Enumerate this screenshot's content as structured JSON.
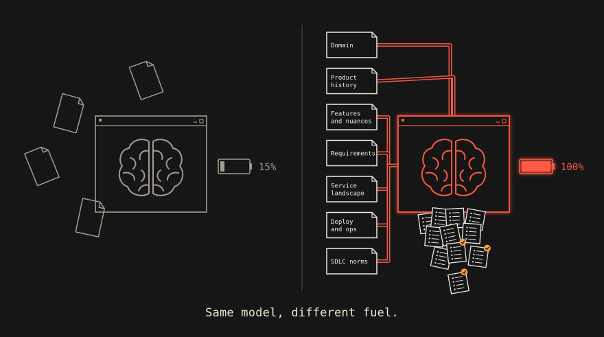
{
  "caption": "Same model, different fuel.",
  "left_panel": {
    "battery_label": "15%",
    "battery_level": 0.15
  },
  "right_panel": {
    "battery_label": "100%",
    "battery_level": 1.0,
    "context_docs": [
      {
        "id": "domain",
        "lines": [
          "Domain"
        ]
      },
      {
        "id": "product-history",
        "lines": [
          "Product",
          "history"
        ]
      },
      {
        "id": "features-and-nuances",
        "lines": [
          "Features",
          "and nuances"
        ]
      },
      {
        "id": "requirements",
        "lines": [
          "Requirements"
        ]
      },
      {
        "id": "service-landscape",
        "lines": [
          "Service",
          "landscape"
        ]
      },
      {
        "id": "deploy-and-ops",
        "lines": [
          "Deploy",
          "and ops"
        ]
      },
      {
        "id": "sdlc-norms",
        "lines": [
          "SDLC norms"
        ]
      }
    ]
  },
  "colors": {
    "background": "#161616",
    "muted_line": "#a39d90",
    "accent": "#ff5a45",
    "doc_border": "#ecebe4",
    "check_badge": "#f4a340",
    "caption": "#e9e3cf"
  }
}
